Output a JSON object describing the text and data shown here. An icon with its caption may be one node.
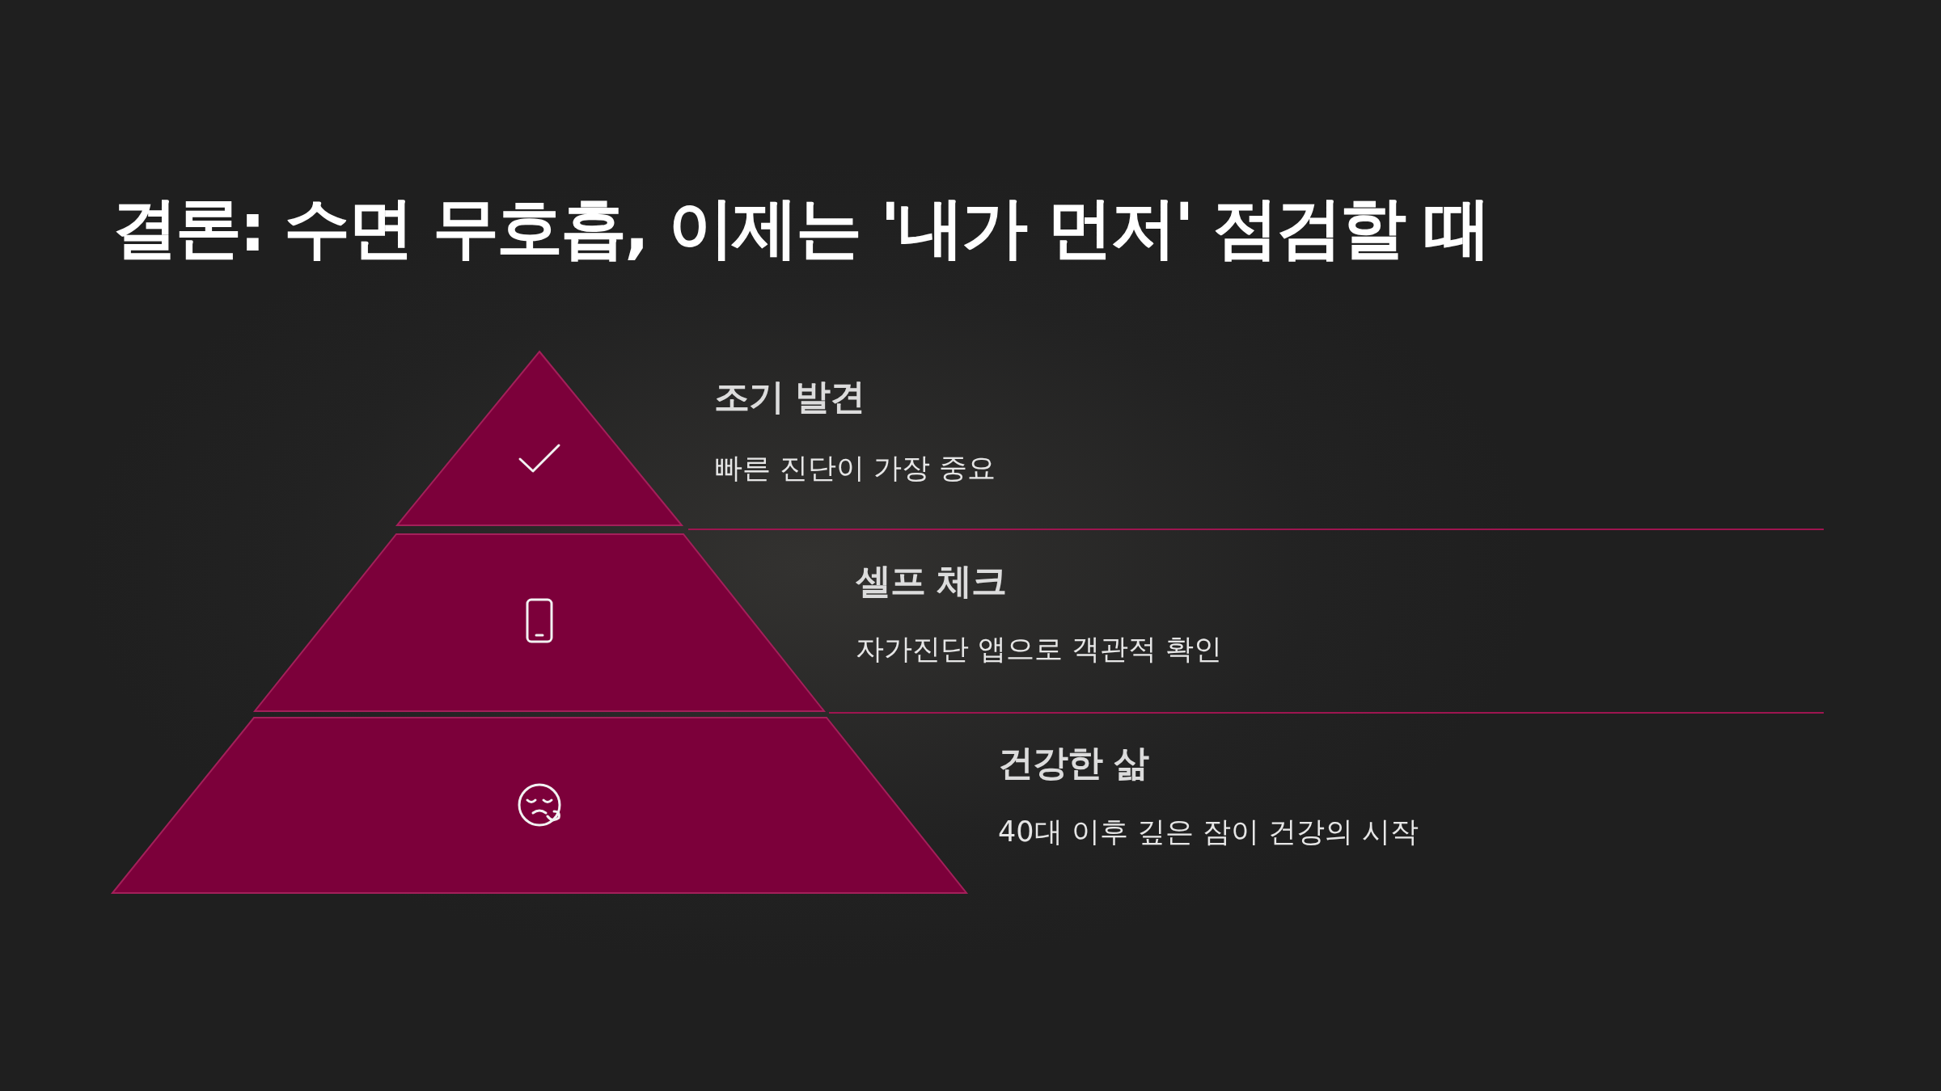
{
  "diagram": {
    "title": "결론: 수면 무호흡, 이제는 '내가 먼저' 점검할 때",
    "nodes": [
      {
        "text": [
          "조기 발견",
          "빠른 진단이 가장 중요"
        ]
      },
      {
        "text": [
          "셀프 체크",
          "자가진단 앱으로 객관적 확인"
        ]
      },
      {
        "text": [
          "건강한 삶",
          "40대 이후 깊은 잠이 건강의 시작"
        ]
      }
    ]
  }
}
